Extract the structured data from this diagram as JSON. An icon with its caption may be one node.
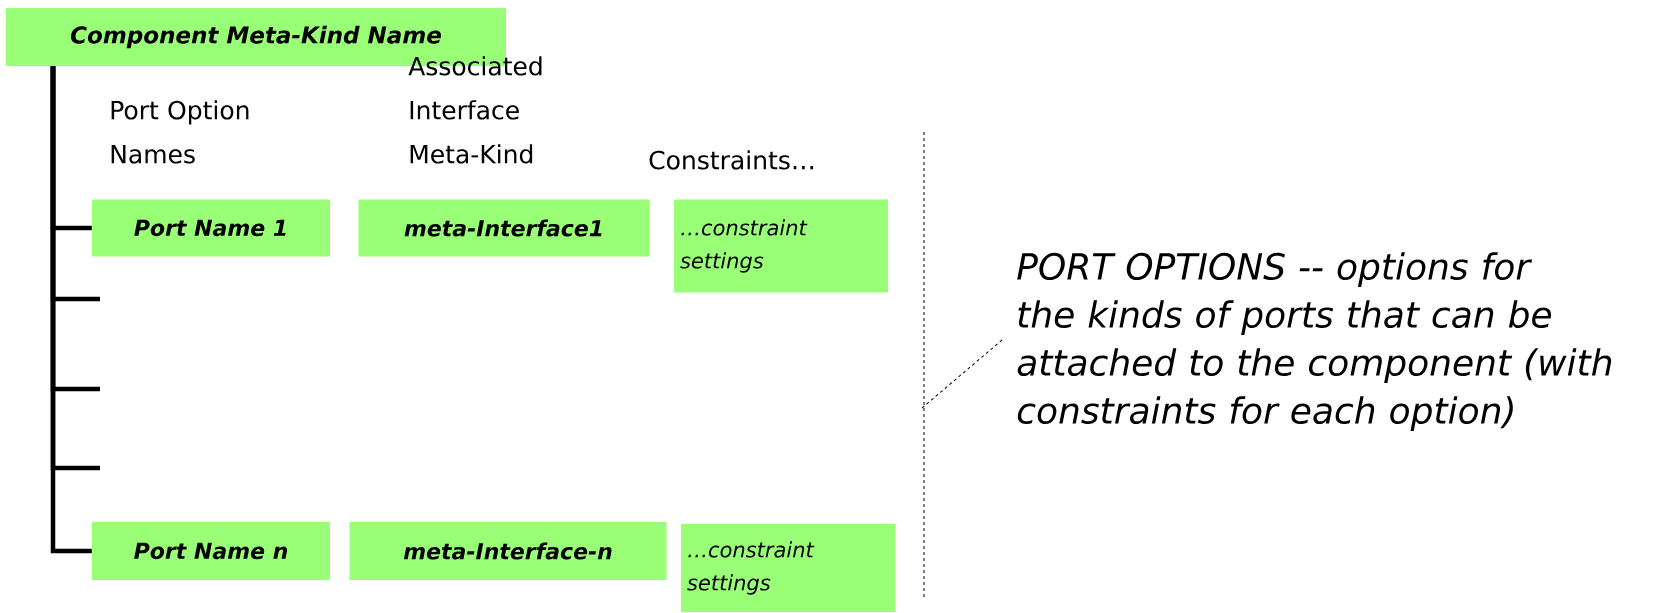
{
  "diagram": {
    "nodes": [
      {
        "text": [
          "Component Meta-Kind Name"
        ]
      },
      {
        "text": [
          "Port Name 1"
        ]
      },
      {
        "text": [
          "meta-Interface1"
        ]
      },
      {
        "text": [
          "…constraint settings"
        ]
      },
      {
        "text": [
          "Port Name n"
        ]
      },
      {
        "text": [
          "meta-Interface-n"
        ]
      },
      {
        "text": [
          "…constraint settings"
        ]
      },
      {
        "text": [
          "PORT OPTIONS -- options for the kinds of ports that can be attached to the component (with constraints for each option)"
        ]
      }
    ],
    "edges": [
      {
        "from": 0,
        "to": 1,
        "arrow": "none"
      },
      {
        "from": 0,
        "to": null,
        "arrow": "none"
      },
      {
        "from": 0,
        "to": null,
        "arrow": "none"
      },
      {
        "from": 0,
        "to": null,
        "arrow": "none"
      },
      {
        "from": 0,
        "to": 4,
        "arrow": "none"
      },
      {
        "from": 7,
        "to": null,
        "arrow": "none",
        "style": "dashed"
      }
    ],
    "labels": [
      "Port Option Names",
      "Associated Interface Meta-Kind",
      "Constraints…"
    ]
  }
}
